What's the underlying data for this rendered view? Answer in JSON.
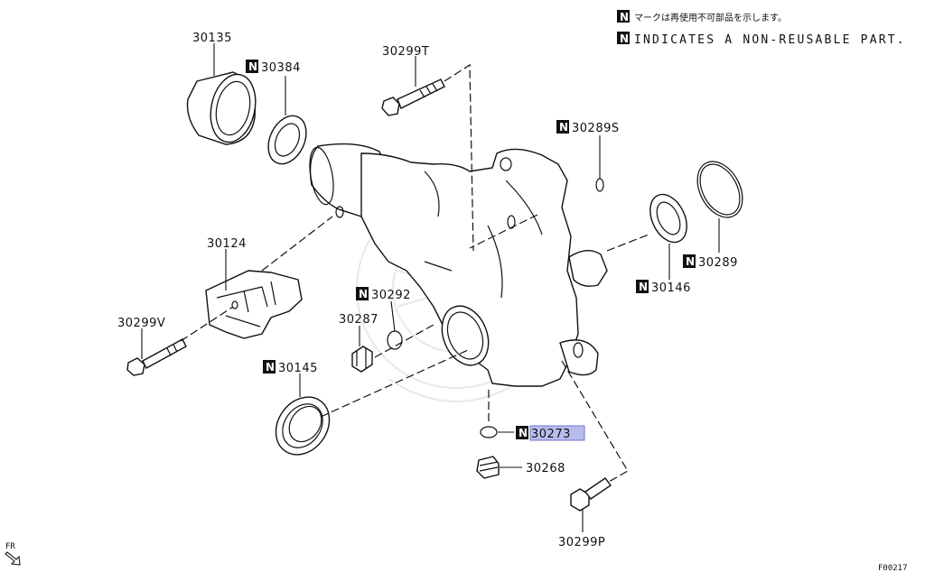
{
  "legend": {
    "symbol": "N",
    "line_jp": "マークは再使用不可部品を示します。",
    "line_en": "INDICATES A NON-REUSABLE PART."
  },
  "parts": [
    {
      "id": "p30135",
      "number": "30135",
      "non_reusable": false,
      "highlighted": false
    },
    {
      "id": "p30384",
      "number": "30384",
      "non_reusable": true,
      "highlighted": false
    },
    {
      "id": "p30299T",
      "number": "30299T",
      "non_reusable": false,
      "highlighted": false
    },
    {
      "id": "p30289S",
      "number": "30289S",
      "non_reusable": true,
      "highlighted": false
    },
    {
      "id": "p30289",
      "number": "30289",
      "non_reusable": true,
      "highlighted": false
    },
    {
      "id": "p30146",
      "number": "30146",
      "non_reusable": true,
      "highlighted": false
    },
    {
      "id": "p30124",
      "number": "30124",
      "non_reusable": false,
      "highlighted": false
    },
    {
      "id": "p30292",
      "number": "30292",
      "non_reusable": true,
      "highlighted": false
    },
    {
      "id": "p30287",
      "number": "30287",
      "non_reusable": false,
      "highlighted": false
    },
    {
      "id": "p30299V",
      "number": "30299V",
      "non_reusable": false,
      "highlighted": false
    },
    {
      "id": "p30145",
      "number": "30145",
      "non_reusable": true,
      "highlighted": false
    },
    {
      "id": "p30273",
      "number": "30273",
      "non_reusable": true,
      "highlighted": true
    },
    {
      "id": "p30268",
      "number": "30268",
      "non_reusable": false,
      "highlighted": false
    },
    {
      "id": "p30299P",
      "number": "30299P",
      "non_reusable": false,
      "highlighted": false
    }
  ],
  "orientation_label": "FR",
  "figure_code": "F00217"
}
